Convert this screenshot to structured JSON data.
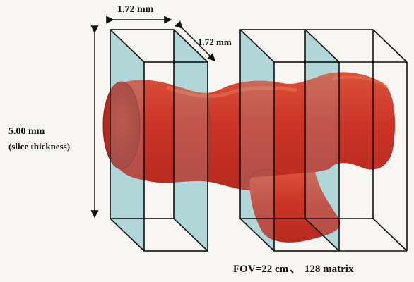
{
  "labels": {
    "voxel_width": "1.72 mm",
    "voxel_depth": "1.72 mm",
    "slice_thickness_value": "5.00 mm",
    "slice_thickness_note": "(slice thickness)"
  },
  "caption": {
    "fov": "FOV=22 cm",
    "separator": "、",
    "matrix": "128 matrix"
  },
  "colors": {
    "slice_plane": "#9fcfd2",
    "vessel": "#cc3326",
    "vessel_highlight": "#e8764f",
    "frame": "#111111"
  },
  "slice_count": 4
}
